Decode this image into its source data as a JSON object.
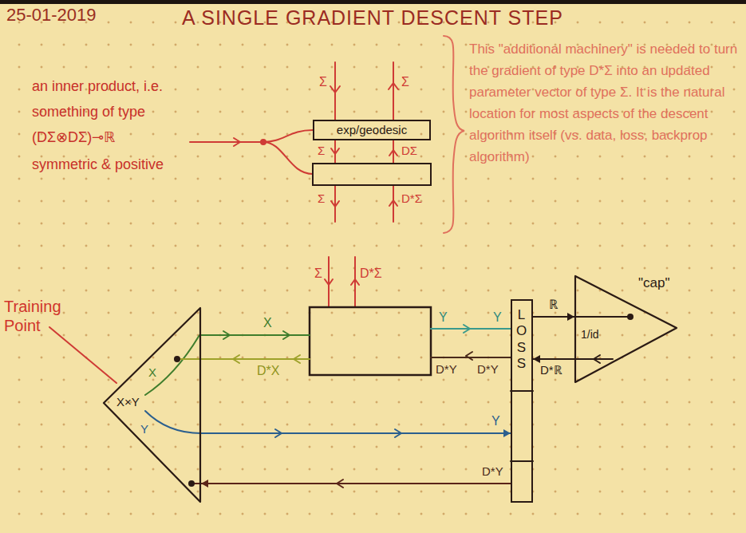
{
  "diagram": {
    "title": "A SINGLE GRADIENT DESCENT STEP",
    "nodes": [
      {
        "text": [
          "exp/geodesic"
        ]
      },
      {
        "text": [
          "X×Y"
        ]
      },
      {
        "text": [
          "LOSS"
        ]
      },
      {
        "text": [
          "\"cap\"",
          "1/id"
        ]
      }
    ],
    "edges": [
      {
        "from": 1,
        "to": 2,
        "arrow": "to",
        "label": "Y"
      },
      {
        "from": 2,
        "to": 1,
        "arrow": "to",
        "label": "D*Y"
      },
      {
        "from": 2,
        "to": 3,
        "arrow": "to",
        "label": "ℝ"
      },
      {
        "from": 3,
        "to": 2,
        "arrow": "to",
        "label": "D*ℝ"
      }
    ],
    "labels": [
      "25-01-2019",
      "an inner product, i.e. something of type (DΣ⊗DΣ)⊸ℝ",
      "symmetric & positive",
      "This \"additional machinery\" is needed to turn the gradient of type D*Σ into an updated parameter vector of type Σ. It is the natural location for most aspects of the descent algorithm itself (vs. data, loss, backprop algorithm)",
      "Σ",
      "Σ",
      "Σ",
      "DΣ",
      "Σ",
      "D*Σ",
      "Σ",
      "D*Σ",
      "Training Point",
      "X",
      "Y",
      "X",
      "D*X",
      "Y",
      "Y",
      "D*Y",
      "D*Y"
    ]
  }
}
